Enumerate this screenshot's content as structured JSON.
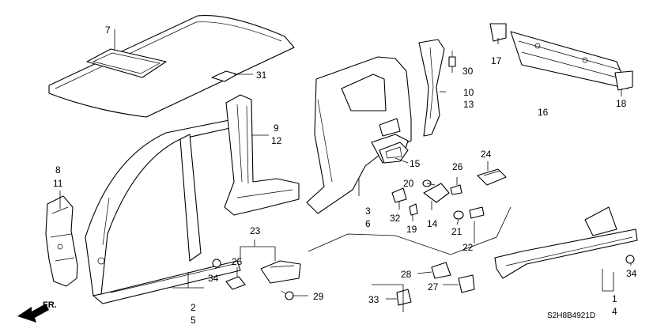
{
  "diagram": {
    "code": "S2H8B4921D",
    "direction_label": "FR.",
    "callouts": {
      "c1": "1",
      "c2": "2",
      "c3": "3",
      "c4": "4",
      "c5": "5",
      "c6": "6",
      "c7": "7",
      "c8": "8",
      "c9": "9",
      "c10": "10",
      "c11": "11",
      "c12": "12",
      "c13": "13",
      "c14": "14",
      "c15": "15",
      "c16": "16",
      "c17": "17",
      "c18": "18",
      "c19": "19",
      "c20": "20",
      "c21": "21",
      "c22": "22",
      "c23": "23",
      "c24": "24",
      "c25": "25",
      "c26": "26",
      "c27": "27",
      "c28": "28",
      "c29": "29",
      "c30": "30",
      "c31": "31",
      "c32": "32",
      "c33": "33",
      "c34a": "34",
      "c34b": "34"
    }
  }
}
